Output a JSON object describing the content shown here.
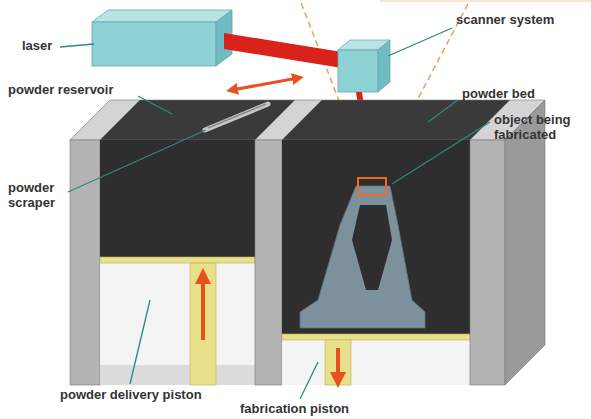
{
  "diagram": {
    "labels": [
      "laser",
      "scanner system",
      "powder reservoir",
      "powder bed",
      "object being fabricated",
      "powder scraper",
      "powder delivery piston",
      "fabrication piston"
    ]
  }
}
